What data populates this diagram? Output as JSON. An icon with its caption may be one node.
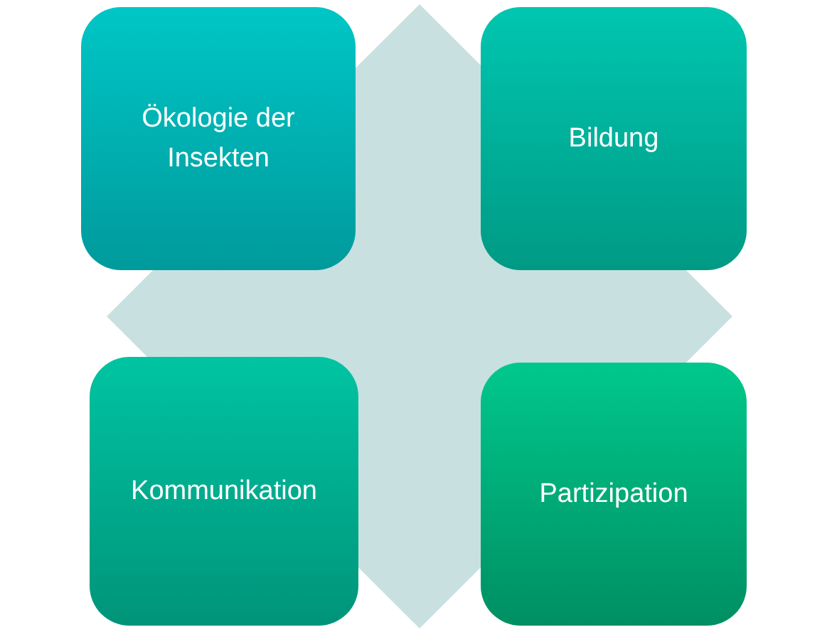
{
  "diagram": {
    "nodes": [
      {
        "text": [],
        "shape": "diamond"
      },
      {
        "text": [
          "Ökologie der Insekten"
        ]
      },
      {
        "text": [
          "Bildung"
        ]
      },
      {
        "text": [
          "Kommunikation"
        ]
      },
      {
        "text": [
          "Partizipation"
        ]
      }
    ]
  }
}
